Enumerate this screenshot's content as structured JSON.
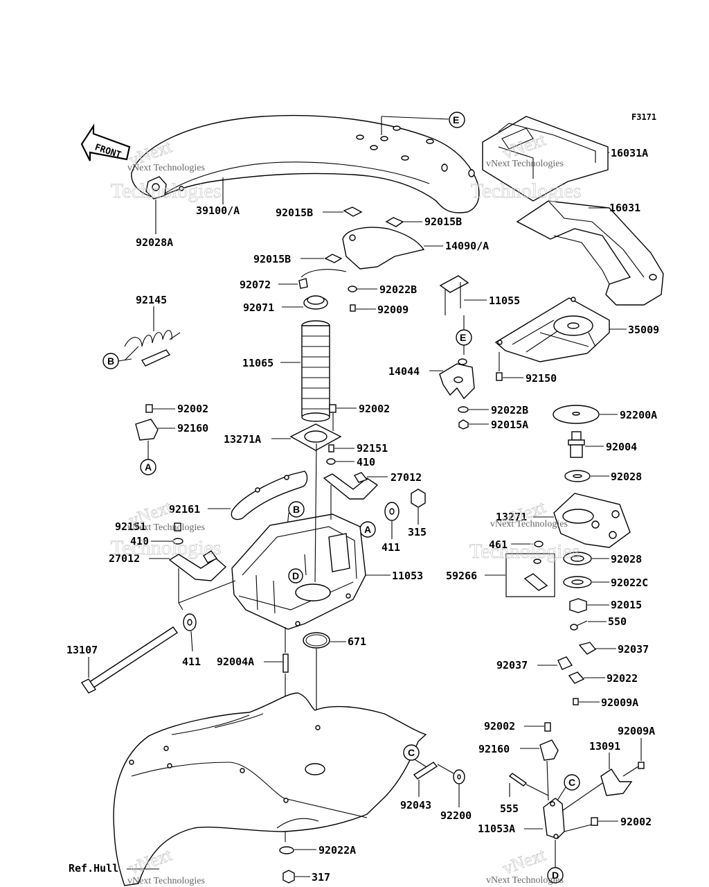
{
  "figure_id": "F3171",
  "front_label": "FRONT",
  "watermark_text": "vNext Technologies",
  "watermark_word": "Technologies",
  "watermark_brand": "vNext",
  "part_labels": {
    "p16031A": "16031A",
    "p16031": "16031",
    "p39100A": "39100/A",
    "p92028A": "92028A",
    "p92015B_1": "92015B",
    "p92015B_2": "92015B",
    "p92015B_3": "92015B",
    "p14090A": "14090/A",
    "p92072": "92072",
    "p92022B_1": "92022B",
    "p92071": "92071",
    "p92009": "92009",
    "p11055": "11055",
    "p92145": "92145",
    "p35009": "35009",
    "p11065": "11065",
    "p14044": "14044",
    "p92150": "92150",
    "p92022B_2": "92022B",
    "p92015A": "92015A",
    "p92200A": "92200A",
    "p92002_1": "92002",
    "p92002_2": "92002",
    "p92160_1": "92160",
    "p13271A": "13271A",
    "p92151_1": "92151",
    "p410_1": "410",
    "p92004": "92004",
    "p92028_1": "92028",
    "p27012_1": "27012",
    "p92161": "92161",
    "p13271": "13271",
    "p92151_2": "92151",
    "p410_2": "410",
    "p315": "315",
    "p461": "461",
    "p411_1": "411",
    "p92028_2": "92028",
    "p27012_2": "27012",
    "p11053": "11053",
    "p59266": "59266",
    "p92022C": "92022C",
    "p92015": "92015",
    "p550": "550",
    "p671": "671",
    "p13107": "13107",
    "p411_2": "411",
    "p92004A": "92004A",
    "p92037_1": "92037",
    "p92037_2": "92037",
    "p92022": "92022",
    "p92009A_1": "92009A",
    "p92002_3": "92002",
    "p92009A_2": "92009A",
    "p92160_2": "92160",
    "p13091": "13091",
    "p92043": "92043",
    "p92200": "92200",
    "p555": "555",
    "p11053A": "11053A",
    "p92002_4": "92002",
    "p92022A": "92022A",
    "pRefHull": "Ref.Hull",
    "p317": "317"
  },
  "callouts": {
    "A": "A",
    "B": "B",
    "C": "C",
    "D": "D",
    "E": "E"
  }
}
